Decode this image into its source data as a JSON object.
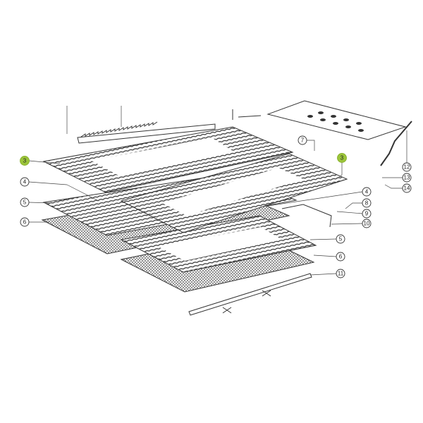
{
  "diagram": {
    "highlight_color": "#9bc43a",
    "callouts": [
      {
        "id": "c3a",
        "label": "3",
        "highlighted": true
      },
      {
        "id": "c4a",
        "label": "4",
        "highlighted": false
      },
      {
        "id": "c5a",
        "label": "5",
        "highlighted": false
      },
      {
        "id": "c6a",
        "label": "6",
        "highlighted": false
      },
      {
        "id": "c7",
        "label": "7",
        "highlighted": false
      },
      {
        "id": "c3b",
        "label": "3",
        "highlighted": true
      },
      {
        "id": "c12",
        "label": "12",
        "highlighted": false
      },
      {
        "id": "c13",
        "label": "13",
        "highlighted": false
      },
      {
        "id": "c14",
        "label": "14",
        "highlighted": false
      },
      {
        "id": "c4b",
        "label": "4",
        "highlighted": false
      },
      {
        "id": "c8",
        "label": "8",
        "highlighted": false
      },
      {
        "id": "c9",
        "label": "9",
        "highlighted": false
      },
      {
        "id": "c10",
        "label": "10",
        "highlighted": false
      },
      {
        "id": "c5b",
        "label": "5",
        "highlighted": false
      },
      {
        "id": "c6b",
        "label": "6",
        "highlighted": false
      },
      {
        "id": "c11",
        "label": "11",
        "highlighted": false
      }
    ]
  }
}
